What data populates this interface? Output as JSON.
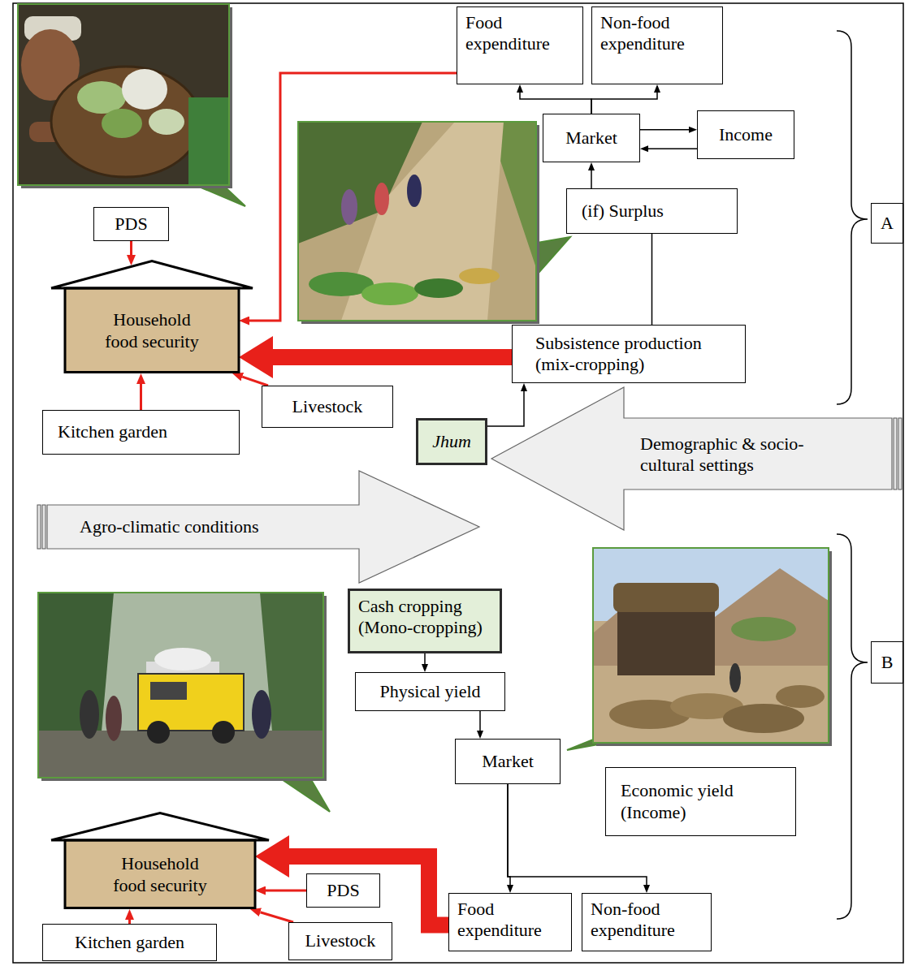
{
  "diagram": {
    "nodes": [
      {
        "text": [
          "Food expenditure"
        ]
      },
      {
        "text": [
          "Non-food expenditure"
        ]
      },
      {
        "text": [
          "PDS"
        ]
      },
      {
        "text": [
          "Household food security"
        ]
      },
      {
        "text": [
          "Market"
        ]
      },
      {
        "text": [
          "Income"
        ]
      },
      {
        "text": [
          "(if) Surplus"
        ]
      },
      {
        "text": [
          "A"
        ]
      },
      {
        "text": [
          "Subsistence production (mix-cropping)"
        ]
      },
      {
        "text": [
          "Livestock"
        ]
      },
      {
        "text": [
          "Kitchen garden"
        ]
      },
      {
        "text": [
          "Jhum"
        ]
      },
      {
        "text": [
          "Demographic & socio-cultural settings"
        ]
      },
      {
        "text": [
          "Agro-climatic conditions"
        ]
      },
      {
        "text": [
          "Cash cropping (Mono-cropping)"
        ]
      },
      {
        "text": [
          "B"
        ]
      },
      {
        "text": [
          "Physical yield"
        ]
      },
      {
        "text": [
          "Market"
        ]
      },
      {
        "text": [
          "Economic yield (Income)"
        ]
      },
      {
        "text": [
          "Household food security"
        ]
      },
      {
        "text": [
          "PDS"
        ]
      },
      {
        "text": [
          "Food expenditure"
        ]
      },
      {
        "text": [
          "Non-food expenditure"
        ]
      },
      {
        "text": [
          "Kitchen garden"
        ]
      },
      {
        "text": [
          "Livestock"
        ]
      }
    ],
    "edges": [
      {
        "from": 4,
        "to": 0,
        "arrow": "to"
      },
      {
        "from": 4,
        "to": 1,
        "arrow": "to"
      },
      {
        "from": 4,
        "to": 5,
        "arrow": "to"
      },
      {
        "from": 5,
        "to": 4,
        "arrow": "to"
      },
      {
        "from": 6,
        "to": 4,
        "arrow": "to"
      },
      {
        "from": 8,
        "to": 6,
        "arrow": "none"
      },
      {
        "from": 0,
        "to": 3,
        "arrow": "to"
      },
      {
        "from": 2,
        "to": 3,
        "arrow": "to"
      },
      {
        "from": 8,
        "to": 3,
        "arrow": "to"
      },
      {
        "from": 9,
        "to": 3,
        "arrow": "to"
      },
      {
        "from": 10,
        "to": 3,
        "arrow": "to"
      },
      {
        "from": 11,
        "to": 8,
        "arrow": "to"
      },
      {
        "from": 14,
        "to": 16,
        "arrow": "to"
      },
      {
        "from": 16,
        "to": 17,
        "arrow": "to"
      },
      {
        "from": 17,
        "to": 21,
        "arrow": "to"
      },
      {
        "from": 17,
        "to": 22,
        "arrow": "to"
      },
      {
        "from": 21,
        "to": 19,
        "arrow": "to"
      },
      {
        "from": 20,
        "to": 19,
        "arrow": "to"
      },
      {
        "from": 24,
        "to": 19,
        "arrow": "to"
      },
      {
        "from": 23,
        "to": 19,
        "arrow": "to"
      }
    ]
  }
}
